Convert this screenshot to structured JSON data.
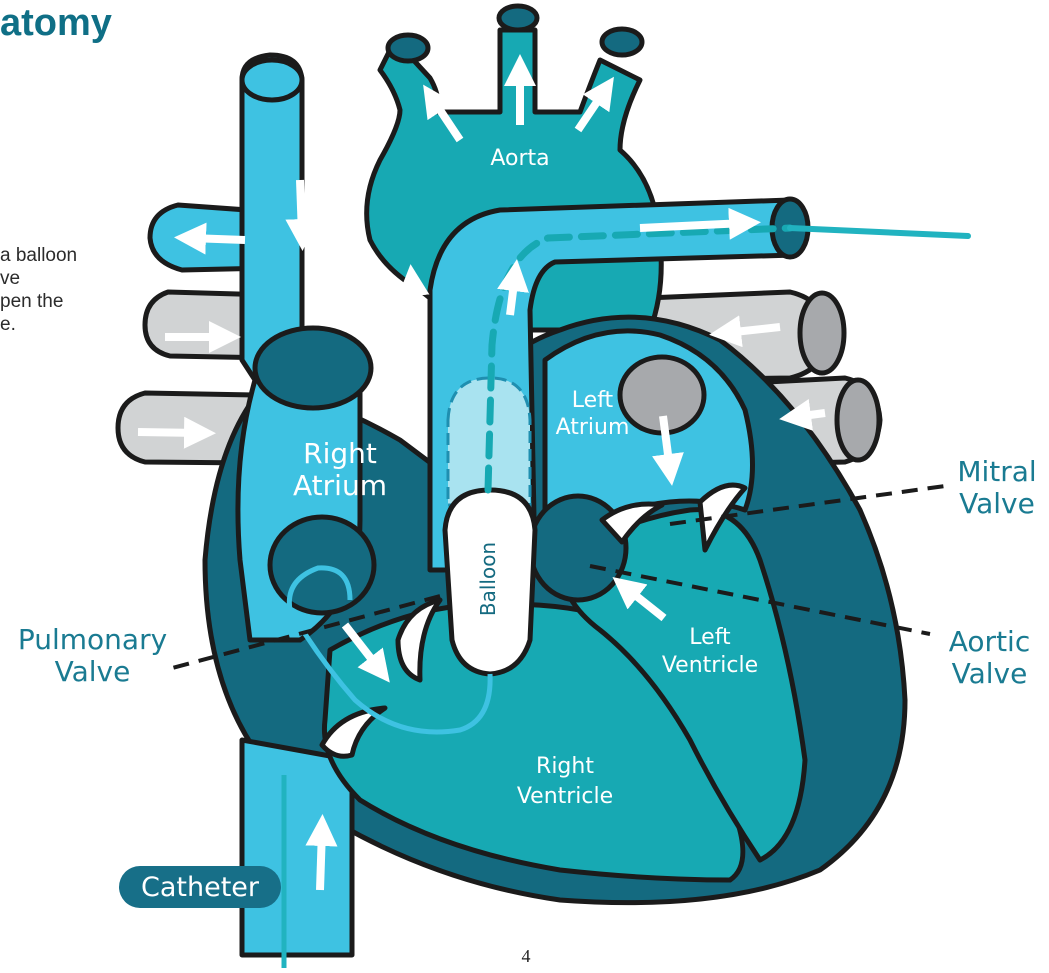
{
  "title": "atomy",
  "intro_text": "a balloon\nve\npen the\ne.",
  "labels": {
    "aorta": "Aorta",
    "right_atrium": [
      "Right",
      "Atrium"
    ],
    "left_atrium": [
      "Left",
      "Atrium"
    ],
    "balloon": "Balloon",
    "left_ventricle": [
      "Left",
      "Ventricle"
    ],
    "right_ventricle": [
      "Right",
      "Ventricle"
    ],
    "mitral_valve": [
      "Mitral",
      "Valve"
    ],
    "aortic_valve": [
      "Aortic",
      "Valve"
    ],
    "pulmonary_valve": [
      "Pulmonary",
      "Valve"
    ],
    "catheter": "Catheter"
  },
  "page_number": "4",
  "colors": {
    "outline": "#1b1b1b",
    "dark_teal": "#146a80",
    "mid_teal": "#17a9b3",
    "light_blue": "#3ec2e2",
    "pale_blue": "#a9e3f0",
    "grey_vessel": "#d1d3d4",
    "grey_vessel_end": "#a7a9ac",
    "label_teal": "#1a7b92",
    "catheter_line": "#21b3c0"
  }
}
